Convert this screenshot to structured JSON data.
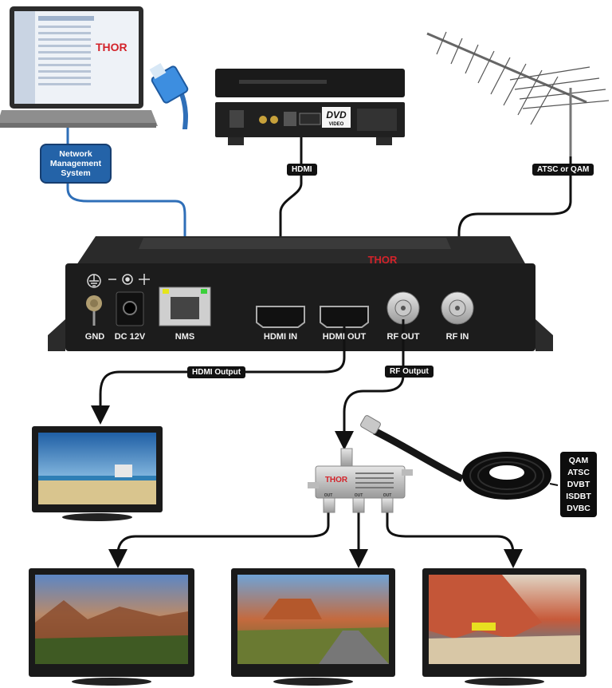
{
  "laptop": {
    "brand_logo": "THOR"
  },
  "nms_badge": {
    "line1": "Network",
    "line2": "Management",
    "line3": "System"
  },
  "connection_labels": {
    "hdmi": "HDMI",
    "atsc_qam": "ATSC or QAM",
    "hdmi_output": "HDMI Output",
    "rf_output": "RF Output"
  },
  "dvd_player": {
    "logo": "DVD",
    "logo_sub": "VIDEO"
  },
  "encoder": {
    "brand": "THOR",
    "ports": {
      "gnd": "GND",
      "dc": "DC 12V",
      "nms": "NMS",
      "hdmi_in": "HDMI IN",
      "hdmi_out": "HDMI OUT",
      "rf_out": "RF OUT",
      "rf_in": "RF IN"
    }
  },
  "splitter": {
    "brand": "THOR",
    "out_label": "OUT"
  },
  "standards": [
    "QAM",
    "ATSC",
    "DVBT",
    "ISDBT",
    "DVBC"
  ],
  "colors": {
    "cable_blue": "#2f6fb8",
    "cable_black": "#111111",
    "device_body": "#1c1c1c",
    "brand_red": "#d3232a"
  }
}
